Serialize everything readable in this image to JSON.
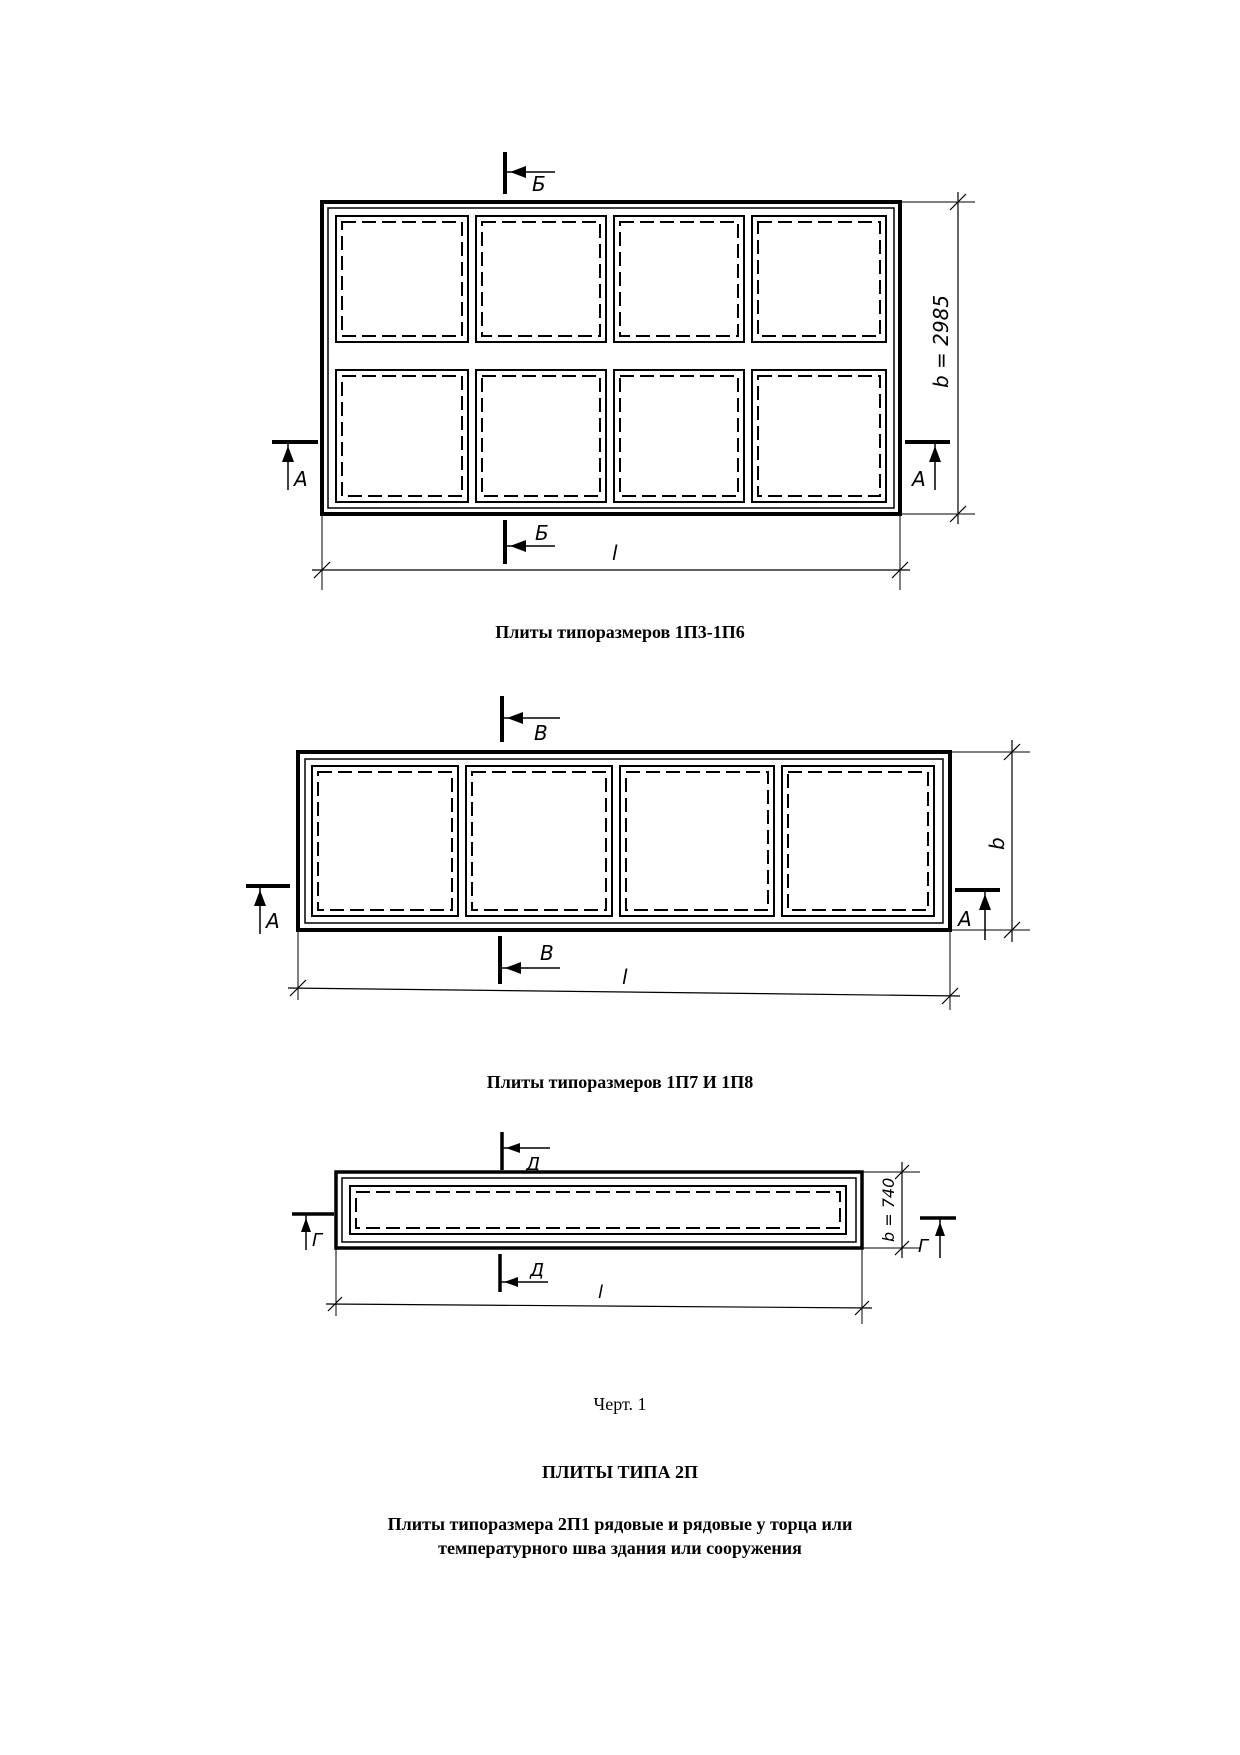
{
  "drawings": {
    "d1": {
      "section_mark_top": "Б",
      "section_mark_bottom": "Б",
      "side_mark_left": "А",
      "side_mark_right": "А",
      "width_label": "b = 2985",
      "length_label": "l"
    },
    "d2": {
      "section_mark_top": "В",
      "section_mark_bottom": "В",
      "side_mark_left": "А",
      "side_mark_right": "А",
      "width_label": "b",
      "length_label": "l"
    },
    "d3": {
      "section_mark_top": "Д",
      "section_mark_bottom": "Д",
      "side_mark_left": "Г",
      "side_mark_right": "Г",
      "width_label": "b = 740",
      "length_label": "l"
    }
  },
  "captions": {
    "c1": "Плиты типоразмеров 1П3-1П6",
    "c2": "Плиты типоразмеров 1П7 И 1П8",
    "figure": "Черт. 1",
    "section_heading": "ПЛИТЫ ТИПА 2П",
    "subheading_line1": "Плиты типоразмера 2П1 рядовые и рядовые у торца или",
    "subheading_line2": "температурного шва здания или сооружения"
  }
}
